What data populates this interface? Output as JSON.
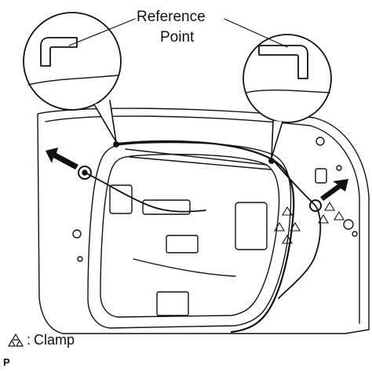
{
  "callout": {
    "line1": "Reference",
    "line2": "Point"
  },
  "legend": {
    "separator": ":",
    "label": "Clamp",
    "symbol_icon": "clamp-triangle-icon"
  },
  "footer": {
    "code": "P"
  },
  "colors": {
    "ink": "#111111",
    "background": "#ffffff"
  }
}
